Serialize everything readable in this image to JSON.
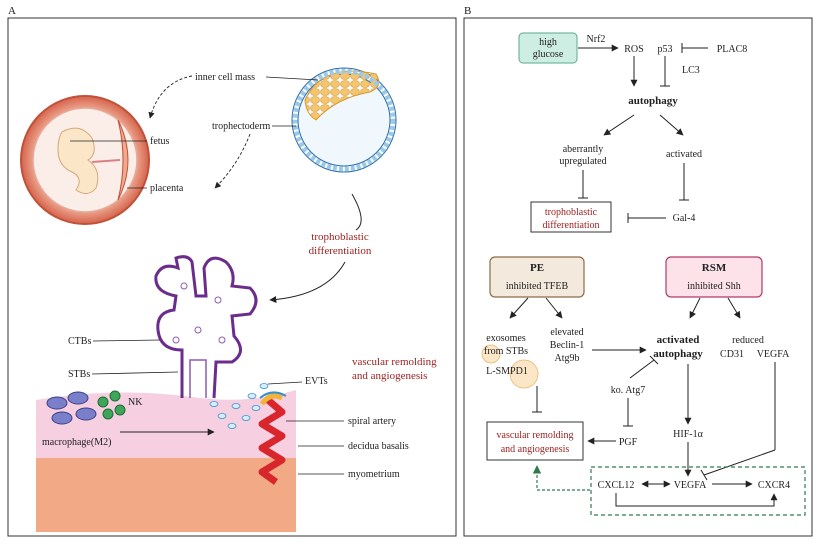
{
  "panel_a": {
    "letter": "A",
    "labels": {
      "inner_cell_mass": "inner cell mass",
      "trophectoderm": "trophectoderm",
      "fetus": "fetus",
      "placenta": "placenta",
      "trophoblastic": "trophoblastic",
      "differentiation": "differentiation",
      "ctbs": "CTBs",
      "stbs": "STBs",
      "nk": "NK",
      "macrophage": "macrophage(M2)",
      "evts": "EVTs",
      "vascular_remodeling": "vascular remolding",
      "and_angiogenesis": "and angiogenesis",
      "spiral_artery": "spiral artery",
      "decidua_basalis": "decidua basalis",
      "myometrium": "myometrium"
    }
  },
  "panel_b": {
    "letter": "B",
    "nodes": {
      "high": "high",
      "glucose": "glucose",
      "nrf2": "Nrf2",
      "ros": "ROS",
      "p53": "p53",
      "plac8": "PLAC8",
      "lc3": "LC3",
      "autophagy": "autophagy",
      "aberrantly": "aberrantly",
      "upregulated": "upregulated",
      "activated": "activated",
      "troph1": "trophoblastic",
      "troph2": "differentiation",
      "gal4": "Gal-4",
      "pe_title": "PE",
      "pe_sub": "inhibited TFEB",
      "rsm_title": "RSM",
      "rsm_sub": "inhibited Shh",
      "exosomes": "exosomes",
      "from_stbs": "from STBs",
      "elevated": "elevated",
      "beclin": "Beclin-1",
      "atg9b": "Atg9b",
      "lsmpd1": "L-SMPD1",
      "activated2": "activated",
      "autophagy2": "autophagy",
      "reduced": "reduced",
      "cd31": "CD31",
      "vegfa_top": "VEGFA",
      "ko_atg7": "ko. Atg7",
      "hif": "HIF-1α",
      "pgf": "PGF",
      "vasc1": "vascular remolding",
      "vasc2": "and angiogenesis",
      "cxcl12": "CXCL12",
      "vegfa": "VEGFA",
      "cxcr4": "CXCR4"
    }
  },
  "colors": {
    "dark_red": "#9b1c1c",
    "teal_fill": "#cfeee3",
    "pink_fill": "#fde2ea",
    "tan_fill": "#f3e9dc",
    "dashed_green": "#2f7a4f"
  }
}
